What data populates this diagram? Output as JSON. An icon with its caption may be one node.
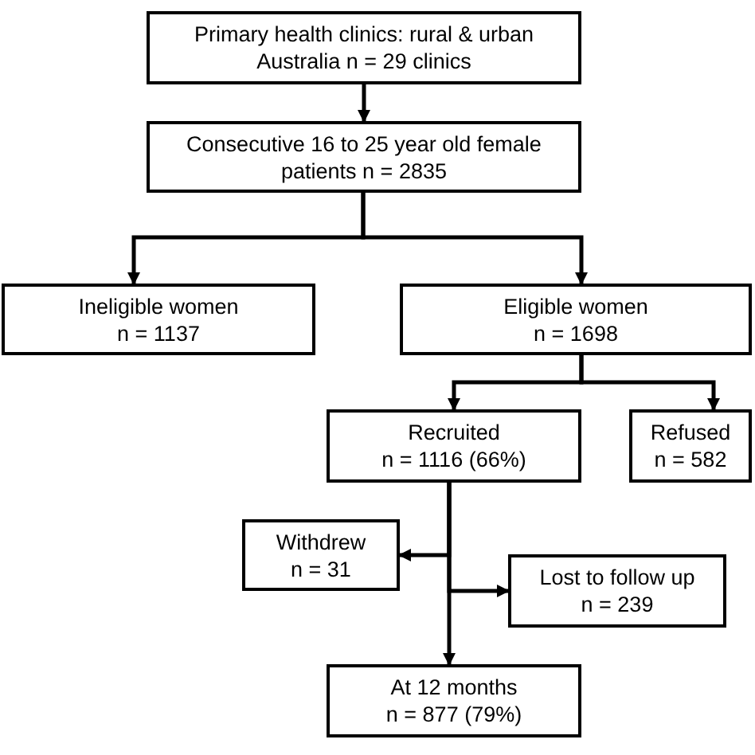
{
  "diagram": {
    "nodes": [
      {
        "text": [
          "Primary health clinics: rural & urban Australia n = 29 clinics"
        ]
      },
      {
        "text": [
          "Consecutive 16 to 25 year old female patients n = 2835"
        ]
      },
      {
        "text": [
          "Ineligible women",
          "n = 1137"
        ]
      },
      {
        "text": [
          "Eligible women",
          "n = 1698"
        ]
      },
      {
        "text": [
          "Recruited",
          "n = 1116 (66%)"
        ]
      },
      {
        "text": [
          "Refused",
          "n = 582"
        ]
      },
      {
        "text": [
          "Withdrew",
          "n = 31"
        ]
      },
      {
        "text": [
          "Lost to follow up",
          "n = 239"
        ]
      },
      {
        "text": [
          "At 12 months",
          "n = 877 (79%)"
        ]
      }
    ],
    "edges": [
      {
        "from": 0,
        "to": 1,
        "arrow": "to"
      },
      {
        "from": 1,
        "to": 2,
        "arrow": "to"
      },
      {
        "from": 1,
        "to": 3,
        "arrow": "to"
      },
      {
        "from": 3,
        "to": 4,
        "arrow": "to"
      },
      {
        "from": 3,
        "to": 5,
        "arrow": "to"
      },
      {
        "from": 4,
        "to": 6,
        "arrow": "to"
      },
      {
        "from": 4,
        "to": 7,
        "arrow": "to"
      },
      {
        "from": 4,
        "to": 8,
        "arrow": "to"
      }
    ]
  }
}
